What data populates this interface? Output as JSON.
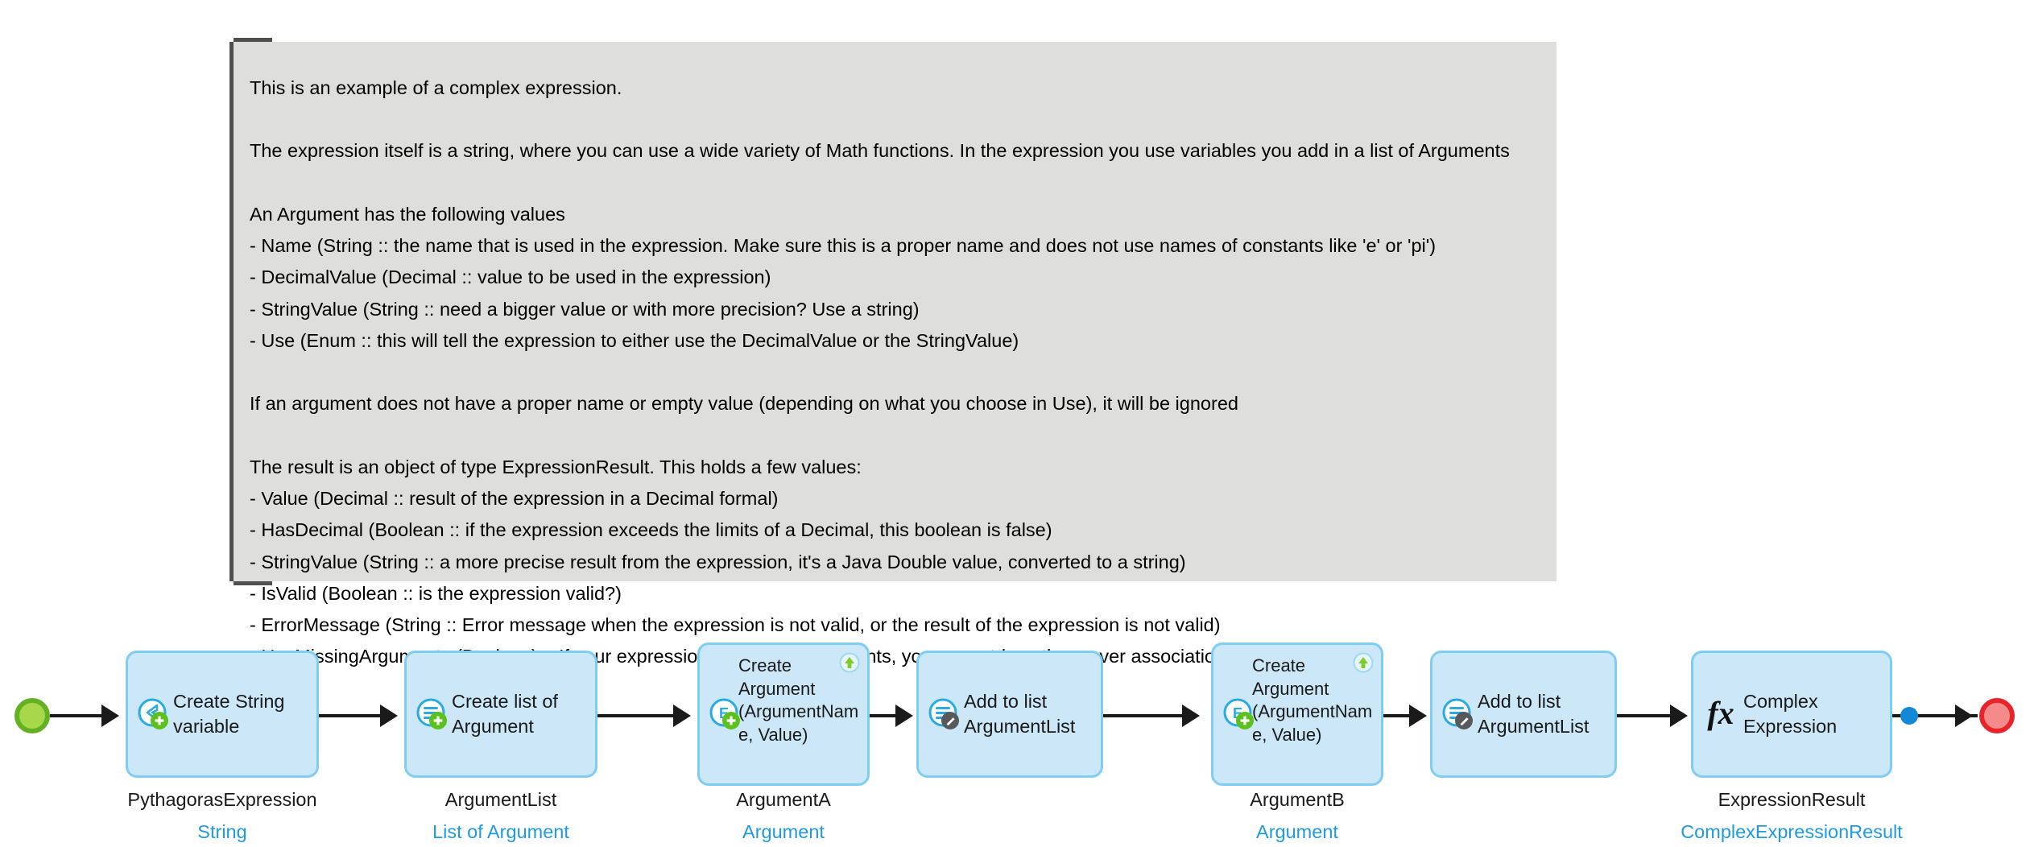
{
  "note": {
    "text": "This is an example of a complex expression.\n\nThe expression itself is a string, where you can use a wide variety of Math functions. In the expression you use variables you add in a list of Arguments\n\nAn Argument has the following values\n- Name (String :: the name that is used in the expression. Make sure this is a proper name and does not use names of constants like 'e' or 'pi')\n- DecimalValue (Decimal :: value to be used in the expression)\n- StringValue (String :: need a bigger value or with more precision? Use a string)\n- Use (Enum :: this will tell the expression to either use the DecimalValue or the StringValue)\n\nIf an argument does not have a proper name or empty value (depending on what you choose in Use), it will be ignored\n\nThe result is an object of type ExpressionResult. This holds a few values:\n- Value (Decimal :: result of the expression in a Decimal formal)\n- HasDecimal (Boolean :: if the expression exceeds the limits of a Decimal, this boolean is false)\n- StringValue (String :: a more precise result from the expression, it's a Java Double value, converted to a string)\n- IsValid (Boolean :: is the expression valid?)\n- ErrorMessage (String :: Error message when the expression is not valid, or the result of the expression is not valid)\n- HasMissingArguments (Boolean) :: If your expression is missing arguments, you can retrieve them over association"
  },
  "colors": {
    "note_background": "#dededc",
    "note_border": "#4f4f4f",
    "node_fill": "#cbe7f8",
    "node_border": "#7ecdf2",
    "start_fill": "#a6d84a",
    "start_border": "#63b022",
    "end_fill": "#f58a8a",
    "end_border": "#e8232a",
    "connector": "#1a1a1a",
    "type_text": "#1e9ae0",
    "accent_blue": "#1288d6",
    "badge_green": "#5cc11c"
  },
  "flow": {
    "start_marker": "start-event",
    "end_marker": "end-event",
    "nodes": [
      {
        "id": "create-string-variable",
        "label": "Create String\nvariable",
        "icon": "create-variable-icon",
        "caption_name": "PythagorasExpression",
        "caption_type": "String",
        "badge": ""
      },
      {
        "id": "create-list-of-argument",
        "label": "Create list of\nArgument",
        "icon": "create-list-icon",
        "caption_name": "ArgumentList",
        "caption_type": "List of Argument",
        "badge": ""
      },
      {
        "id": "create-argument-a",
        "label": "Create\nArgument\n(ArgumentNam\ne, Value)",
        "icon": "create-object-icon",
        "caption_name": "ArgumentA",
        "caption_type": "Argument",
        "badge": "commit-up-icon"
      },
      {
        "id": "add-to-list-argumentlist-a",
        "label": "Add to list\nArgumentList",
        "icon": "edit-list-icon",
        "caption_name": "",
        "caption_type": "",
        "badge": ""
      },
      {
        "id": "create-argument-b",
        "label": "Create\nArgument\n(ArgumentNam\ne, Value)",
        "icon": "create-object-icon",
        "caption_name": "ArgumentB",
        "caption_type": "Argument",
        "badge": "commit-up-icon"
      },
      {
        "id": "add-to-list-argumentlist-b",
        "label": "Add to list\nArgumentList",
        "icon": "edit-list-icon",
        "caption_name": "",
        "caption_type": "",
        "badge": ""
      },
      {
        "id": "complex-expression",
        "label": "Complex\nExpression",
        "icon": "fx-icon",
        "caption_name": "ExpressionResult",
        "caption_type": "ComplexExpressionResult",
        "badge": ""
      }
    ]
  }
}
